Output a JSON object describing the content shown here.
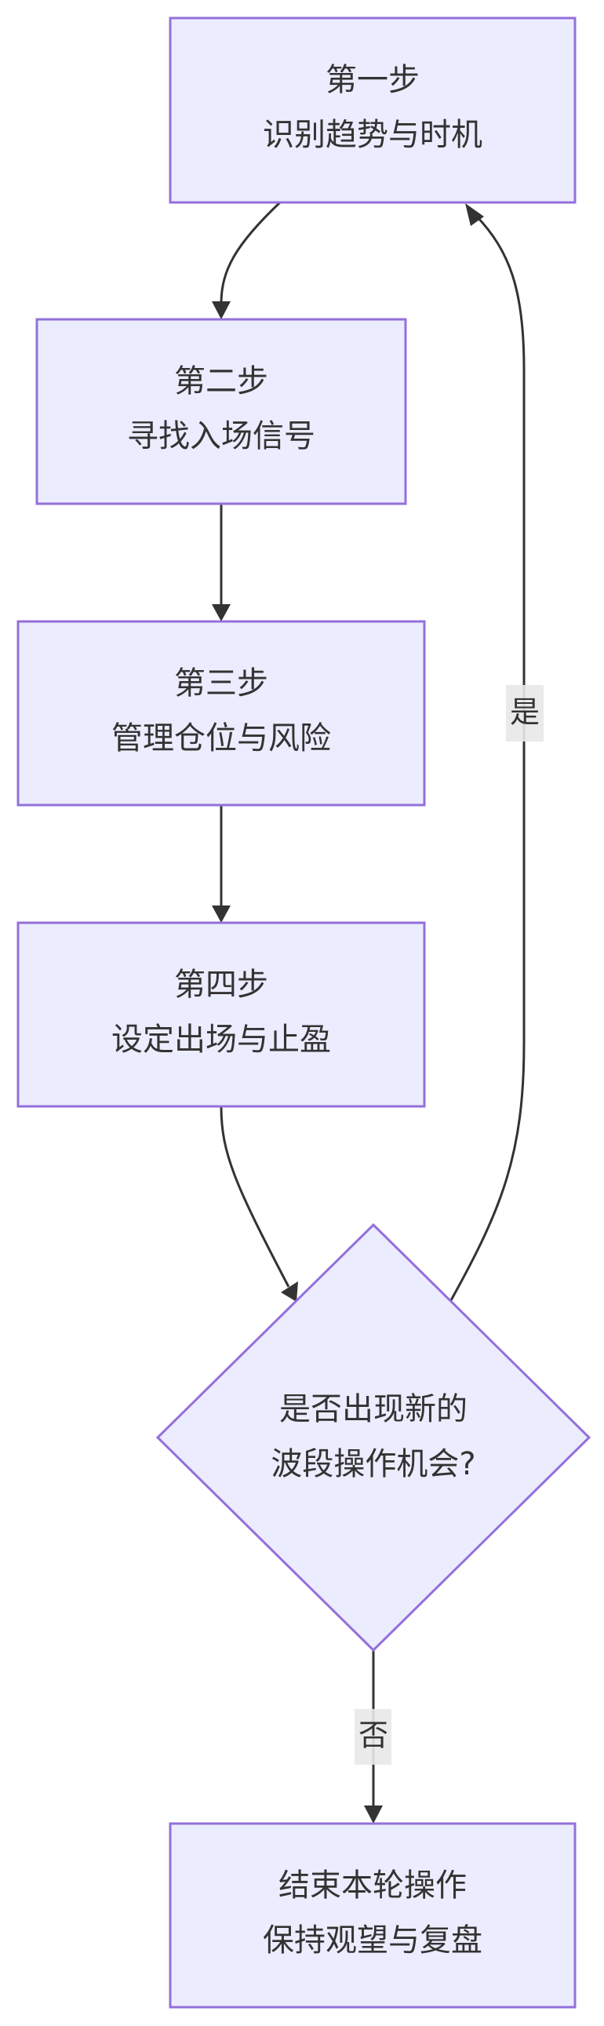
{
  "diagram": {
    "type": "flowchart",
    "colors": {
      "node_fill": "#ECECFF",
      "node_stroke": "#9370DB",
      "text": "#333333",
      "edge": "#333333",
      "edge_label_bg": "#E8E8E8"
    },
    "nodes": [
      {
        "id": "step1",
        "shape": "rect",
        "lines": [
          "第一步",
          "识别趋势与时机"
        ]
      },
      {
        "id": "step2",
        "shape": "rect",
        "lines": [
          "第二步",
          "寻找入场信号"
        ]
      },
      {
        "id": "step3",
        "shape": "rect",
        "lines": [
          "第三步",
          "管理仓位与风险"
        ]
      },
      {
        "id": "step4",
        "shape": "rect",
        "lines": [
          "第四步",
          "设定出场与止盈"
        ]
      },
      {
        "id": "decision",
        "shape": "diamond",
        "lines": [
          "是否出现新的",
          "波段操作机会?"
        ]
      },
      {
        "id": "end",
        "shape": "rect",
        "lines": [
          "结束本轮操作",
          "保持观望与复盘"
        ]
      }
    ],
    "edges": [
      {
        "from": "step1",
        "to": "step2",
        "label": ""
      },
      {
        "from": "step2",
        "to": "step3",
        "label": ""
      },
      {
        "from": "step3",
        "to": "step4",
        "label": ""
      },
      {
        "from": "step4",
        "to": "decision",
        "label": ""
      },
      {
        "from": "decision",
        "to": "step1",
        "label": "是"
      },
      {
        "from": "decision",
        "to": "end",
        "label": "否"
      }
    ]
  }
}
